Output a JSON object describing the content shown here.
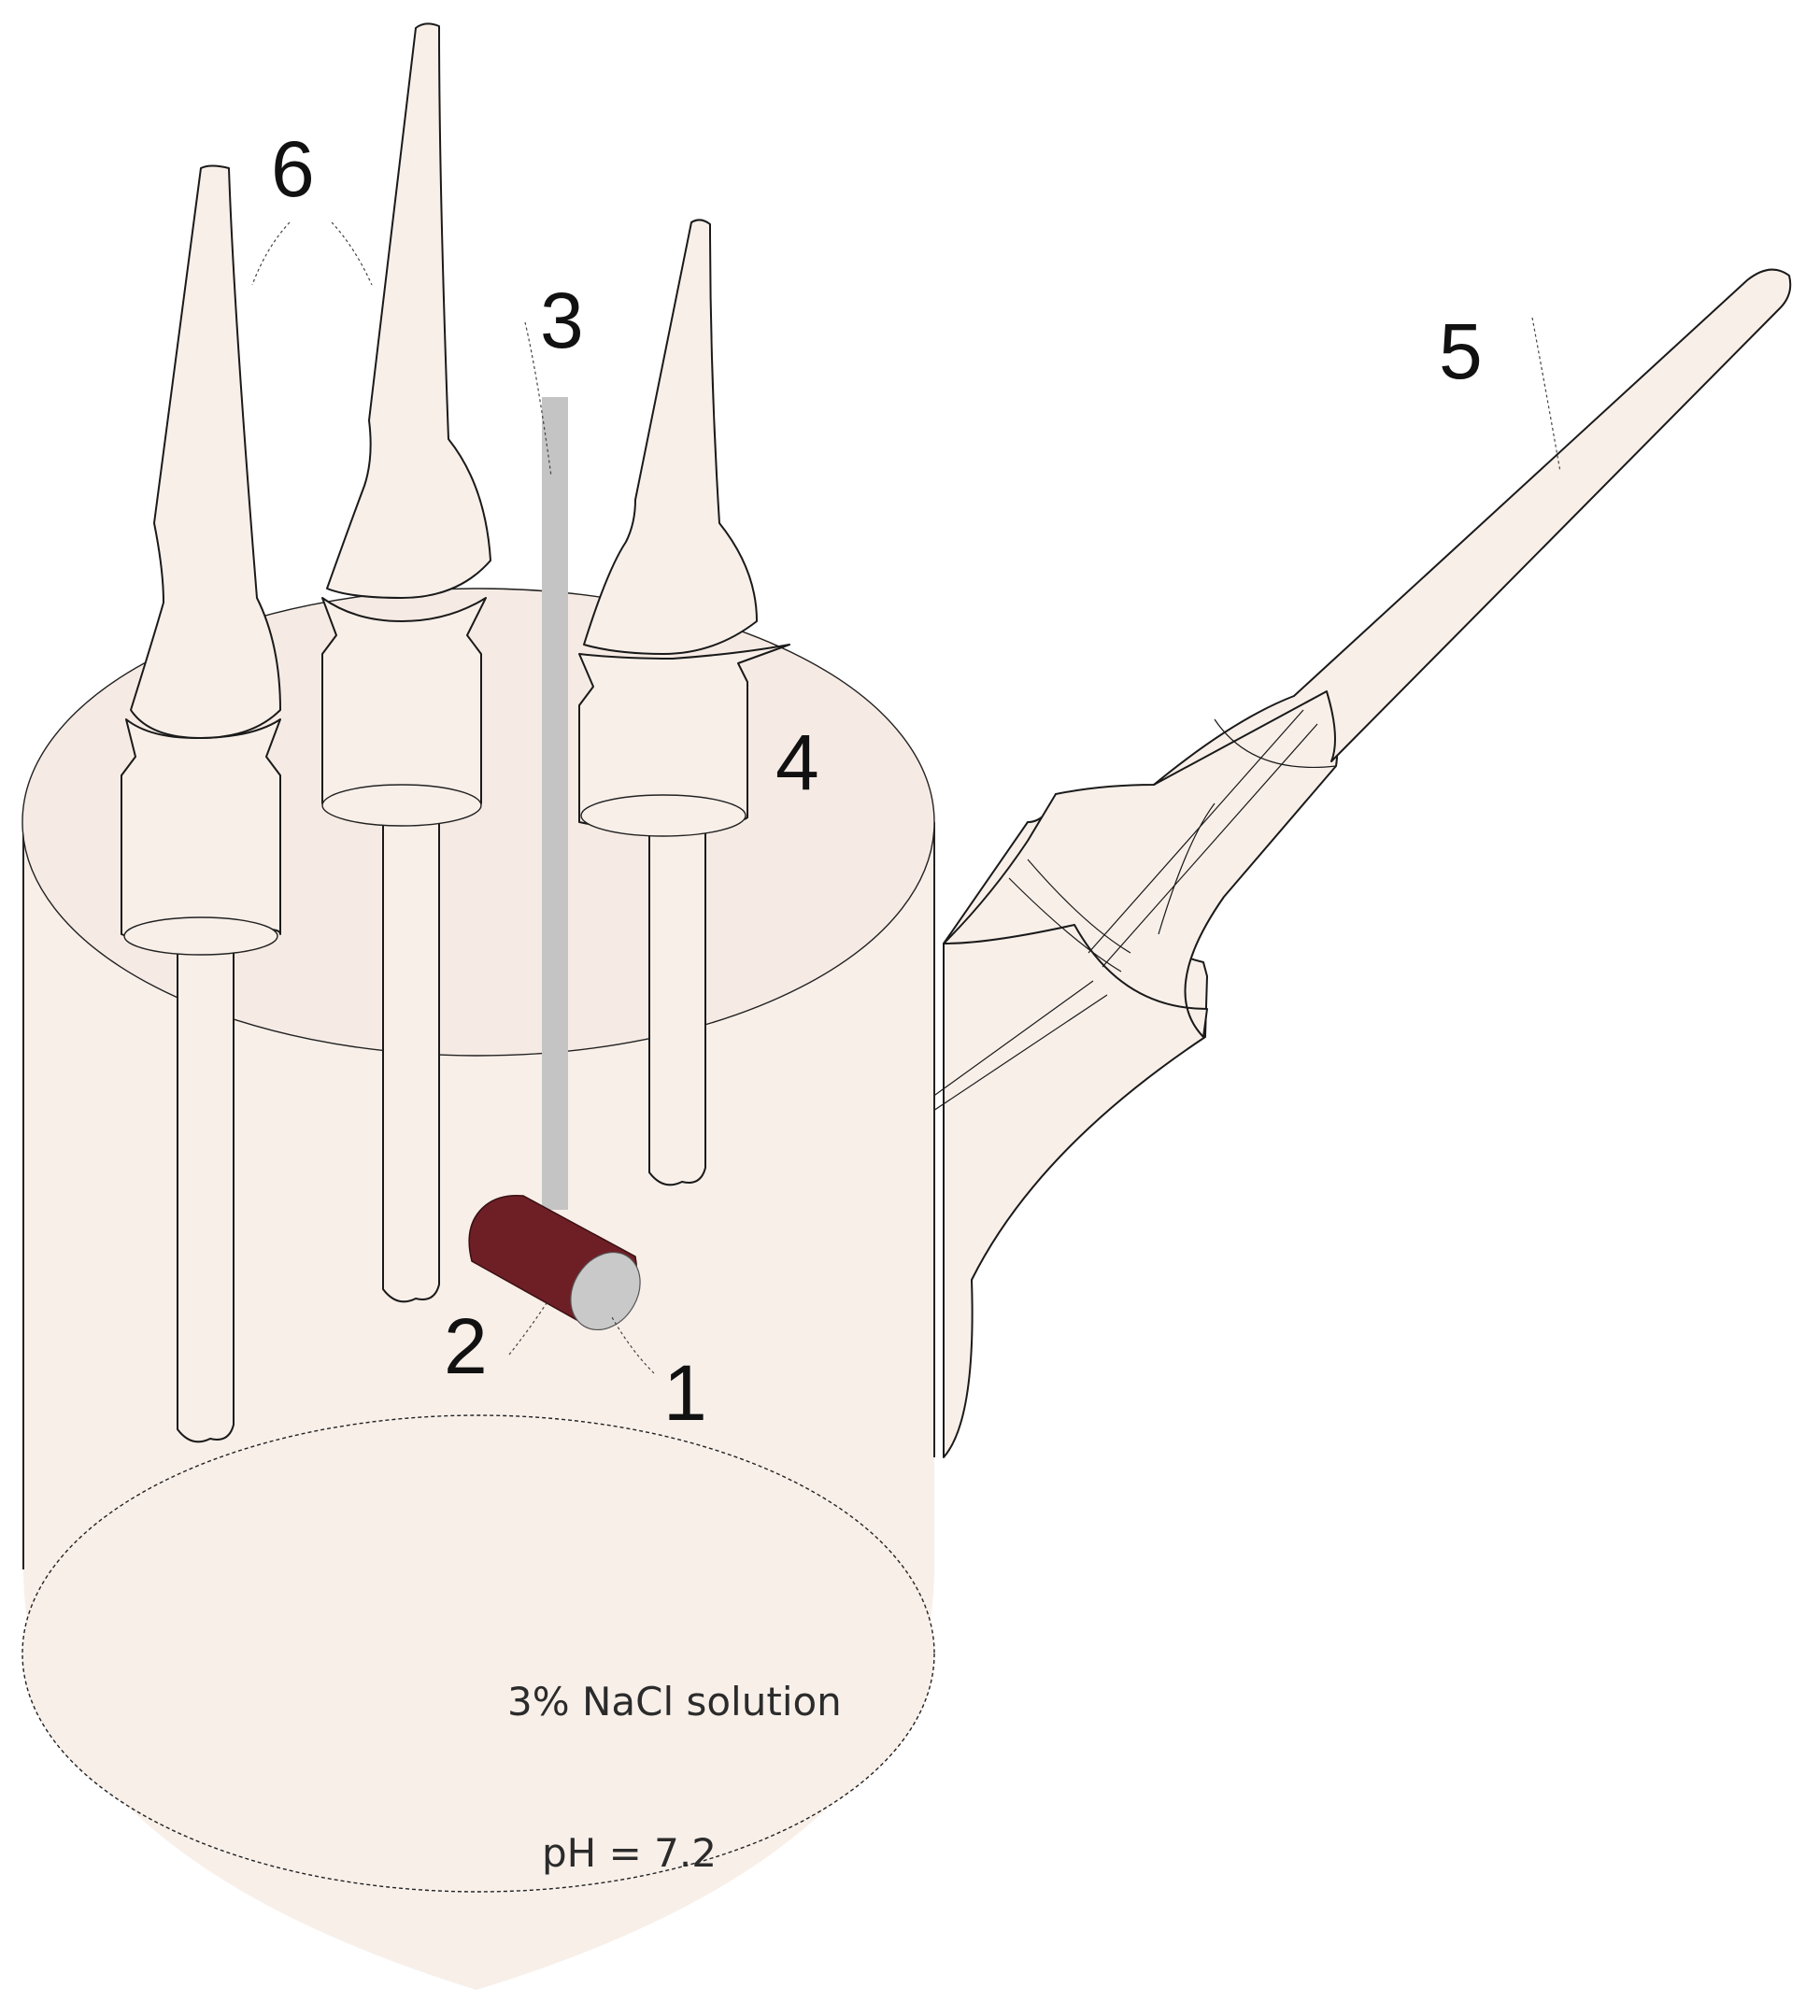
{
  "labels": {
    "one": "1",
    "two": "2",
    "three": "3",
    "four": "4",
    "five": "5",
    "six": "6"
  },
  "solution": {
    "name": "3% NaCl solution",
    "ph": "pH = 7.2"
  },
  "colors": {
    "solution_fill": "#f8efe9",
    "specimen": "#6e1f25",
    "specimen_face": "#c9c9c9",
    "reference_rod": "#c4c4c4"
  }
}
